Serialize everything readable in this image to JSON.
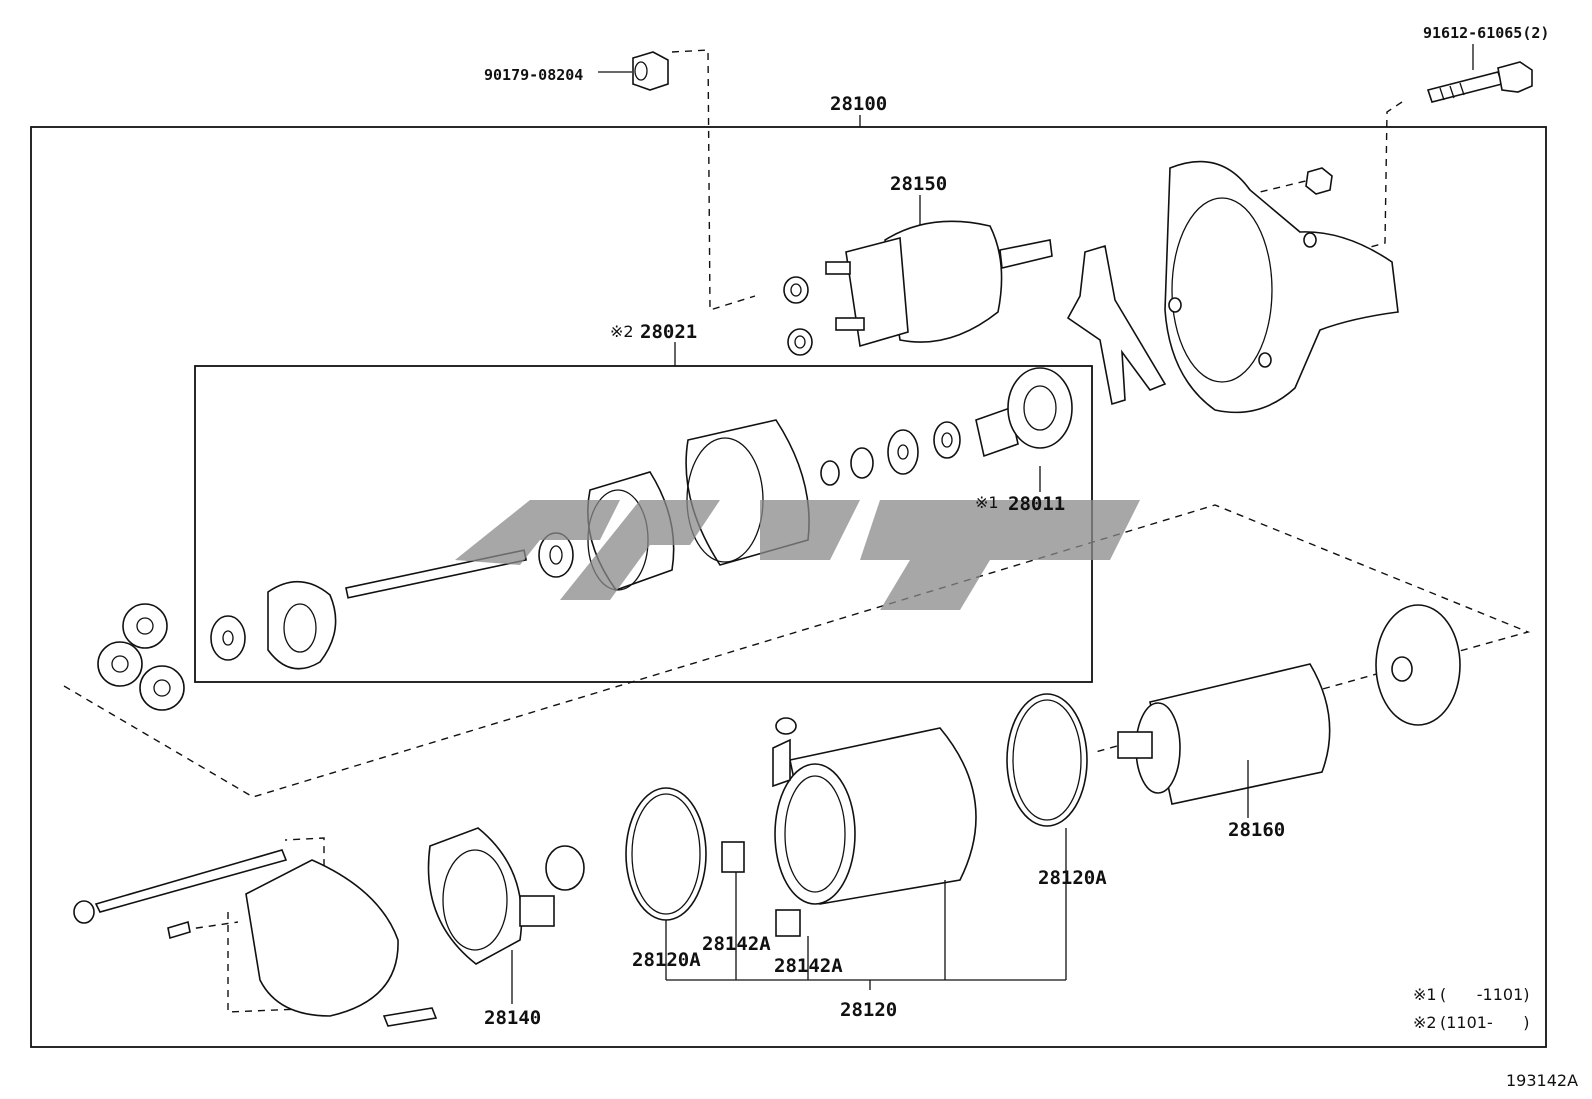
{
  "labels": {
    "nut_top": "90179-08204",
    "bolt_top": "91612-61065(2)",
    "starter_assy": "28100",
    "solenoid": "28150",
    "drive_subassy": "28021",
    "drive_subassy_mark": "※2",
    "clutch": "28011",
    "clutch_mark": "※1",
    "armature": "28160",
    "yoke_ring_left": "28120A",
    "yoke_ring_right": "28120A",
    "brush_a": "28142A",
    "brush_b": "28142A",
    "yoke": "28120",
    "brush_holder": "28140"
  },
  "notes": {
    "note1_mark": "※1",
    "note1_text": "(      -1101)",
    "note2_mark": "※2",
    "note2_text": "(1101-      )"
  },
  "figure_ref": "193142A"
}
